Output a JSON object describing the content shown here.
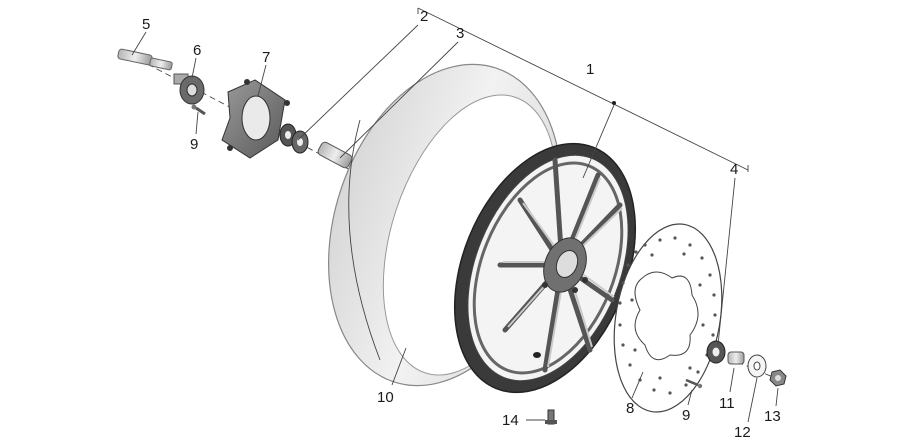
{
  "diagram": {
    "type": "exploded-parts-view",
    "labels": [
      {
        "id": "lbl-1",
        "text": "1"
      },
      {
        "id": "lbl-2",
        "text": "2"
      },
      {
        "id": "lbl-3",
        "text": "3"
      },
      {
        "id": "lbl-4",
        "text": "4"
      },
      {
        "id": "lbl-5",
        "text": "5"
      },
      {
        "id": "lbl-6",
        "text": "6"
      },
      {
        "id": "lbl-7",
        "text": "7"
      },
      {
        "id": "lbl-8",
        "text": "8"
      },
      {
        "id": "lbl-9a",
        "text": "9"
      },
      {
        "id": "lbl-9b",
        "text": "9"
      },
      {
        "id": "lbl-10",
        "text": "10"
      },
      {
        "id": "lbl-11",
        "text": "11"
      },
      {
        "id": "lbl-12",
        "text": "12"
      },
      {
        "id": "lbl-13",
        "text": "13"
      },
      {
        "id": "lbl-14",
        "text": "14"
      }
    ]
  }
}
